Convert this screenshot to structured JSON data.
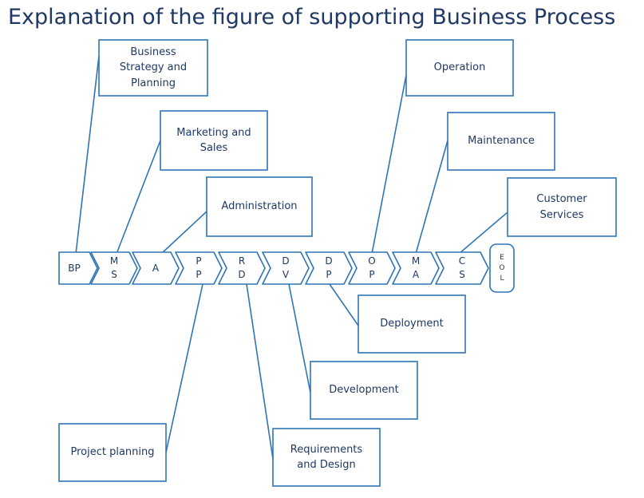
{
  "title": "Explanation of the figure of supporting Business Process",
  "colors": {
    "stroke": "#2e75b6",
    "text": "#1f3864",
    "title": "#1f3864",
    "background": "#ffffff"
  },
  "chevrons": [
    {
      "id": "bp",
      "lines": [
        "BP"
      ]
    },
    {
      "id": "ms",
      "lines": [
        "M",
        "S"
      ]
    },
    {
      "id": "a",
      "lines": [
        "A"
      ]
    },
    {
      "id": "pp",
      "lines": [
        "P",
        "P"
      ]
    },
    {
      "id": "rd",
      "lines": [
        "R",
        "D"
      ]
    },
    {
      "id": "dv",
      "lines": [
        "D",
        "V"
      ]
    },
    {
      "id": "dp",
      "lines": [
        "D",
        "P"
      ]
    },
    {
      "id": "op",
      "lines": [
        "O",
        "P"
      ]
    },
    {
      "id": "ma",
      "lines": [
        "M",
        "A"
      ]
    },
    {
      "id": "cs",
      "lines": [
        "C",
        "S"
      ]
    },
    {
      "id": "eol",
      "lines": [
        "E",
        "O",
        "L"
      ]
    }
  ],
  "callouts": [
    {
      "id": "business-strategy",
      "label": "Business\nStrategy and\nPlanning",
      "target": "bp"
    },
    {
      "id": "marketing-sales",
      "label": "Marketing and\nSales",
      "target": "ms"
    },
    {
      "id": "administration",
      "label": "Administration",
      "target": "a"
    },
    {
      "id": "operation",
      "label": "Operation",
      "target": "op"
    },
    {
      "id": "maintenance",
      "label": "Maintenance",
      "target": "ma"
    },
    {
      "id": "customer-services",
      "label": "Customer\nServices",
      "target": "cs"
    },
    {
      "id": "deployment",
      "label": "Deployment",
      "target": "dp"
    },
    {
      "id": "development",
      "label": "Development",
      "target": "dv"
    },
    {
      "id": "requirements-design",
      "label": "Requirements\nand Design",
      "target": "rd"
    },
    {
      "id": "project-planning",
      "label": "Project planning",
      "target": "pp"
    }
  ]
}
